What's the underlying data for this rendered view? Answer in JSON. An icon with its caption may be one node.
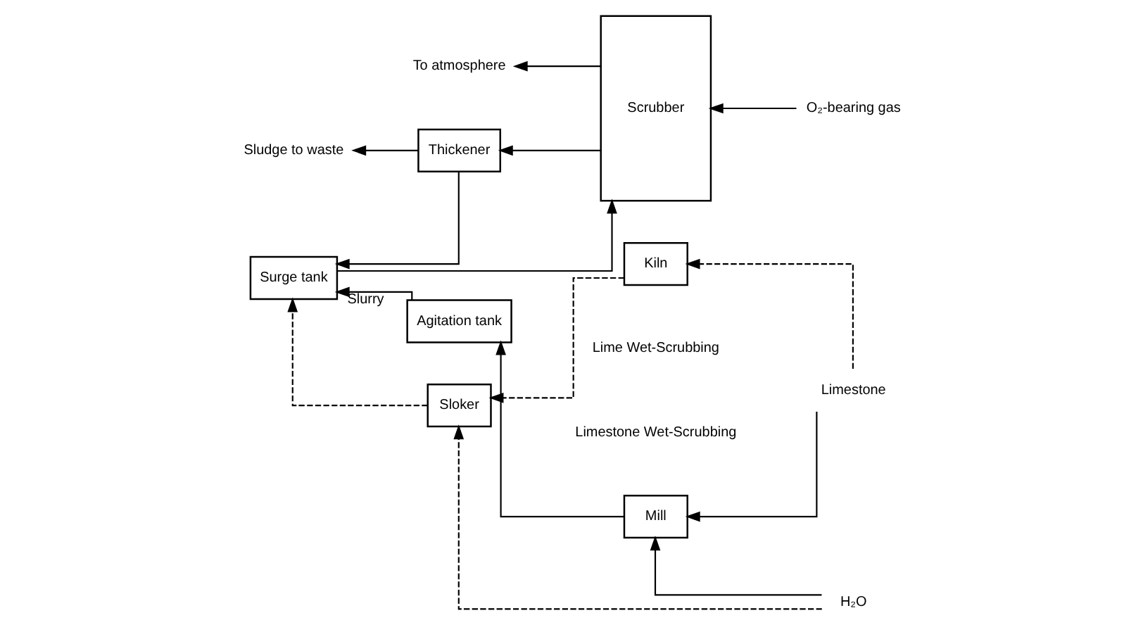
{
  "diagram": {
    "nodes": [
      {
        "text": [
          "To atmosphere"
        ]
      },
      {
        "text": [
          "O₂-bearing gas"
        ]
      },
      {
        "text": [
          "Scrubber"
        ]
      },
      {
        "text": [
          "Surge tank"
        ]
      },
      {
        "text": [
          "Thickener"
        ]
      },
      {
        "text": [
          "Sludge to waste"
        ]
      },
      {
        "text": [
          "Agitation tank"
        ]
      },
      {
        "text": [
          "Mill"
        ]
      },
      {
        "text": [
          "H₂O"
        ]
      },
      {
        "text": [
          "Limestone"
        ]
      },
      {
        "text": [
          "Sloker"
        ]
      },
      {
        "text": [
          "Kiln"
        ]
      }
    ],
    "edges": [
      {
        "from": 2,
        "to": 0,
        "arrow": "to"
      },
      {
        "from": 1,
        "to": 2,
        "arrow": "to"
      },
      {
        "from": 3,
        "to": 2,
        "arrow": "to"
      },
      {
        "from": 2,
        "to": 4,
        "arrow": "to"
      },
      {
        "from": 4,
        "to": 3,
        "arrow": "to"
      },
      {
        "from": 4,
        "to": 5,
        "arrow": "to"
      },
      {
        "from": 6,
        "to": 3,
        "arrow": "to",
        "label": "Slurry"
      },
      {
        "from": 10,
        "to": 3,
        "arrow": "to",
        "style": "dashed"
      },
      {
        "from": 7,
        "to": 6,
        "arrow": "to"
      },
      {
        "from": 8,
        "to": 7,
        "arrow": "to"
      },
      {
        "from": 8,
        "to": 10,
        "arrow": "to",
        "style": "dashed"
      },
      {
        "from": 9,
        "to": 7,
        "arrow": "to"
      },
      {
        "from": 9,
        "to": 11,
        "arrow": "to",
        "style": "dashed"
      },
      {
        "from": 11,
        "to": 10,
        "arrow": "to",
        "style": "dashed"
      }
    ],
    "labels": [
      "Limestone Wet-Scrubbing",
      "Lime Wet-Scrubbing"
    ]
  }
}
